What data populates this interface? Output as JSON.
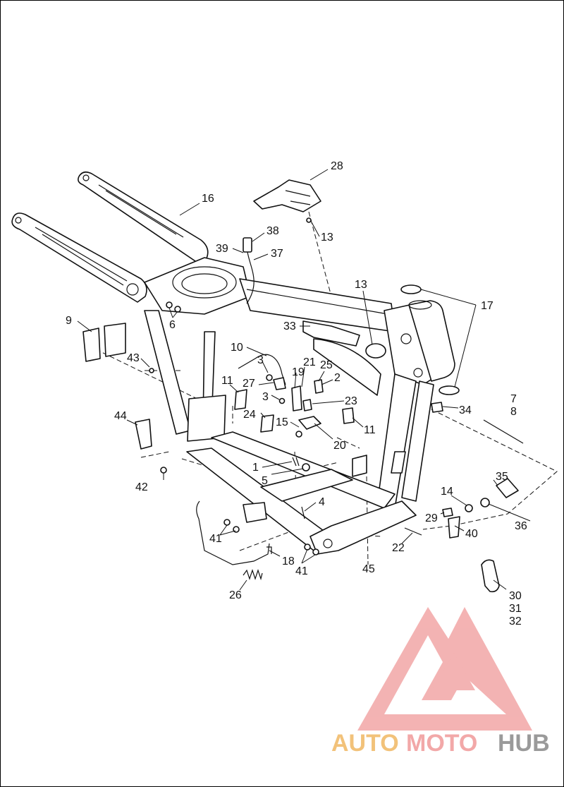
{
  "callouts": [
    {
      "id": "c28",
      "text": "28"
    },
    {
      "id": "c16",
      "text": "16"
    },
    {
      "id": "c13a",
      "text": "13"
    },
    {
      "id": "c38",
      "text": "38"
    },
    {
      "id": "c39",
      "text": "39"
    },
    {
      "id": "c37",
      "text": "37"
    },
    {
      "id": "c13b",
      "text": "13"
    },
    {
      "id": "c17",
      "text": "17"
    },
    {
      "id": "c9",
      "text": "9"
    },
    {
      "id": "c6",
      "text": "6"
    },
    {
      "id": "c33",
      "text": "33"
    },
    {
      "id": "c10",
      "text": "10"
    },
    {
      "id": "c43",
      "text": "43"
    },
    {
      "id": "c3a",
      "text": "3"
    },
    {
      "id": "c21",
      "text": "21"
    },
    {
      "id": "c25",
      "text": "25"
    },
    {
      "id": "c19",
      "text": "19"
    },
    {
      "id": "c11a",
      "text": "11"
    },
    {
      "id": "c27",
      "text": "27"
    },
    {
      "id": "c2",
      "text": "2"
    },
    {
      "id": "c3b",
      "text": "3"
    },
    {
      "id": "c23",
      "text": "23"
    },
    {
      "id": "c7",
      "text": "7"
    },
    {
      "id": "c8",
      "text": "8"
    },
    {
      "id": "c34",
      "text": "34"
    },
    {
      "id": "c44",
      "text": "44"
    },
    {
      "id": "c24",
      "text": "24"
    },
    {
      "id": "c15",
      "text": "15"
    },
    {
      "id": "c11b",
      "text": "11"
    },
    {
      "id": "c20",
      "text": "20"
    },
    {
      "id": "c1",
      "text": "1"
    },
    {
      "id": "c35",
      "text": "35"
    },
    {
      "id": "c5",
      "text": "5"
    },
    {
      "id": "c42",
      "text": "42"
    },
    {
      "id": "c14",
      "text": "14"
    },
    {
      "id": "c4",
      "text": "4"
    },
    {
      "id": "c29",
      "text": "29"
    },
    {
      "id": "c36",
      "text": "36"
    },
    {
      "id": "c40",
      "text": "40"
    },
    {
      "id": "c41a",
      "text": "41"
    },
    {
      "id": "c22",
      "text": "22"
    },
    {
      "id": "c18",
      "text": "18"
    },
    {
      "id": "c41b",
      "text": "41"
    },
    {
      "id": "c45",
      "text": "45"
    },
    {
      "id": "c26",
      "text": "26"
    },
    {
      "id": "c30",
      "text": "30"
    },
    {
      "id": "c31",
      "text": "31"
    },
    {
      "id": "c32",
      "text": "32"
    }
  ],
  "watermark": {
    "word_auto": "AUTO",
    "word_moto": "MOTO",
    "word_hub": "HUB",
    "color_auto": "#f2c27a",
    "color_moto": "#f2a8a8",
    "color_hub": "#9a9a9a",
    "logo_color": "#f09a9a"
  }
}
